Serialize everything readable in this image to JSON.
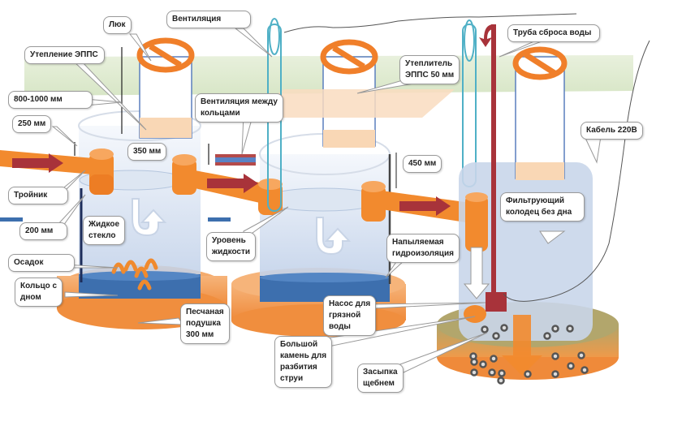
{
  "title": "Схема септика из бетонных колец с фильтрующим колодцем",
  "colors": {
    "ground": "#d8e8c8",
    "pipe": "#f28a2e",
    "arrow": "#a8333a",
    "water": "#3d6fae",
    "ring_fill": "#c9d6ea",
    "insulation": "#f9d7b5",
    "gravel": "#a3a36a"
  },
  "labels": {
    "hatch": "Люк",
    "ventilation": "Вентиляция",
    "insulation_epps": "Утепление ЭППС",
    "depth_800_1000": "800-1000 мм",
    "d250": "250 мм",
    "d350": "350 мм",
    "ventilation_between_rings": [
      "Вентиляция между",
      "кольцами"
    ],
    "insulator_epps_50": [
      "Утеплитель",
      "ЭППС 50 мм"
    ],
    "drain_pipe": "Труба сброса воды",
    "cable": "Кабель 220В",
    "d450": "450 мм",
    "tee": "Тройник",
    "d200": "200 мм",
    "liquid_glass": [
      "Жидкое",
      "стекло"
    ],
    "sediment": "Осадок",
    "ring_with_bottom": [
      "Кольцо с",
      "дном"
    ],
    "sand_cushion": [
      "Песчаная",
      "подушка",
      "300 мм"
    ],
    "liquid_level": [
      "Уровень",
      "жидкости"
    ],
    "waterproofing": [
      "Напыляемая",
      "гидроизоляция"
    ],
    "filter_well": [
      "Фильтрующий",
      "колодец без дна"
    ],
    "pump": [
      "Насос для",
      "грязной",
      "воды"
    ],
    "big_stone": [
      "Большой",
      "камень для",
      "разбития",
      "струи"
    ],
    "gravel_fill": [
      "Засыпка",
      "щебнем"
    ]
  }
}
